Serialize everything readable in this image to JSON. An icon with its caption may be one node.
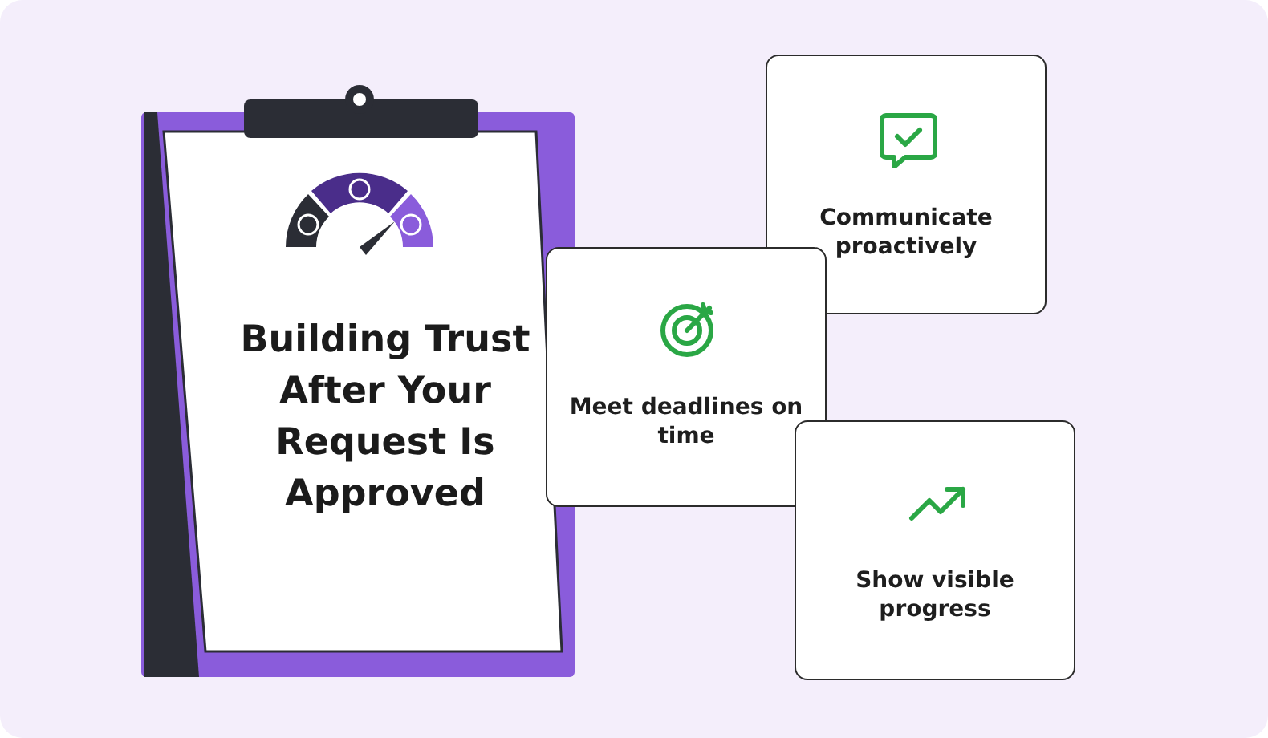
{
  "diagram": {
    "nodes": [
      {
        "text": [
          "Building Trust After Your Request Is Approved"
        ]
      },
      {
        "text": [
          "Communicate proactively"
        ]
      },
      {
        "text": [
          "Meet deadlines on time"
        ]
      },
      {
        "text": [
          "Show visible progress"
        ]
      }
    ]
  }
}
